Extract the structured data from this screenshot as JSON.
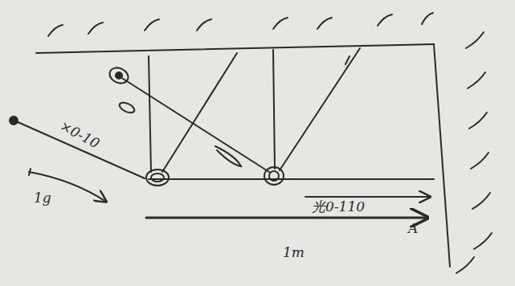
{
  "diagram": {
    "labels": [
      "×0-10",
      "1g",
      "光0-110",
      "A",
      "1m"
    ]
  }
}
